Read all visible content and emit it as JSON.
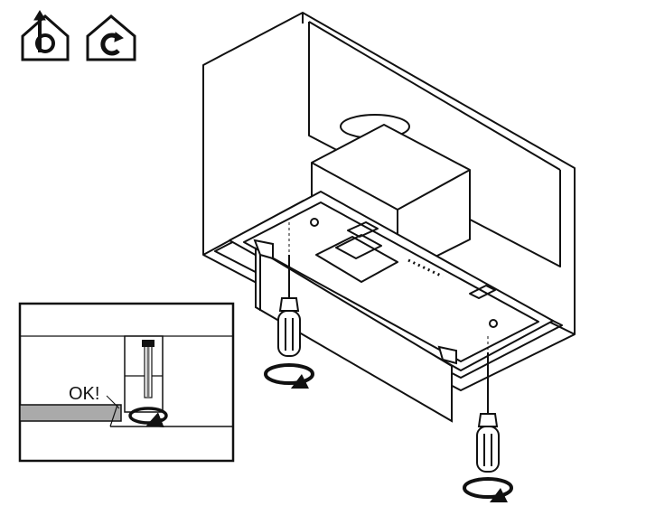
{
  "icons": [
    {
      "name": "ducted-extraction-icon",
      "letter": "b"
    },
    {
      "name": "recirculation-icon",
      "letter": "c"
    }
  ],
  "detail_callout": {
    "label": "OK!"
  },
  "steps": [
    {
      "tool": "screwdriver-icon",
      "motion": "rotate-clockwise-icon"
    },
    {
      "tool": "screwdriver-icon",
      "motion": "rotate-clockwise-icon"
    }
  ],
  "colors": {
    "line": "#111111",
    "shelf": "#aaaaaa",
    "fill": "#ffffff"
  }
}
